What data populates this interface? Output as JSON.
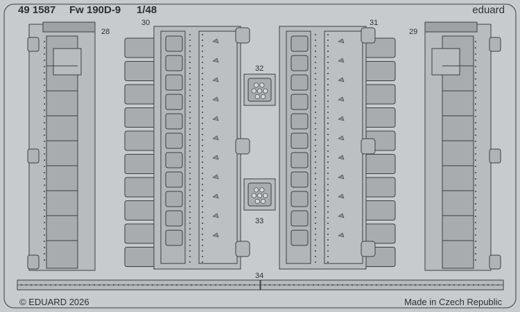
{
  "header": {
    "set_number": "49 1587",
    "model": "Fw 190D-9",
    "scale": "1/48",
    "brand": "eduard"
  },
  "footer": {
    "copyright": "© EDUARD 2026",
    "origin": "Made in Czech Republic"
  },
  "part_numbers": {
    "p28": "28",
    "p29": "29",
    "p30": "30",
    "p31": "31",
    "p32": "32",
    "p33": "33",
    "p34": "34"
  },
  "colors": {
    "sheet": "#c8cbcd",
    "etch_outline": "#3c3e40",
    "part_fill": "#b9bcbf",
    "panel_fill": "#a9acaf"
  }
}
